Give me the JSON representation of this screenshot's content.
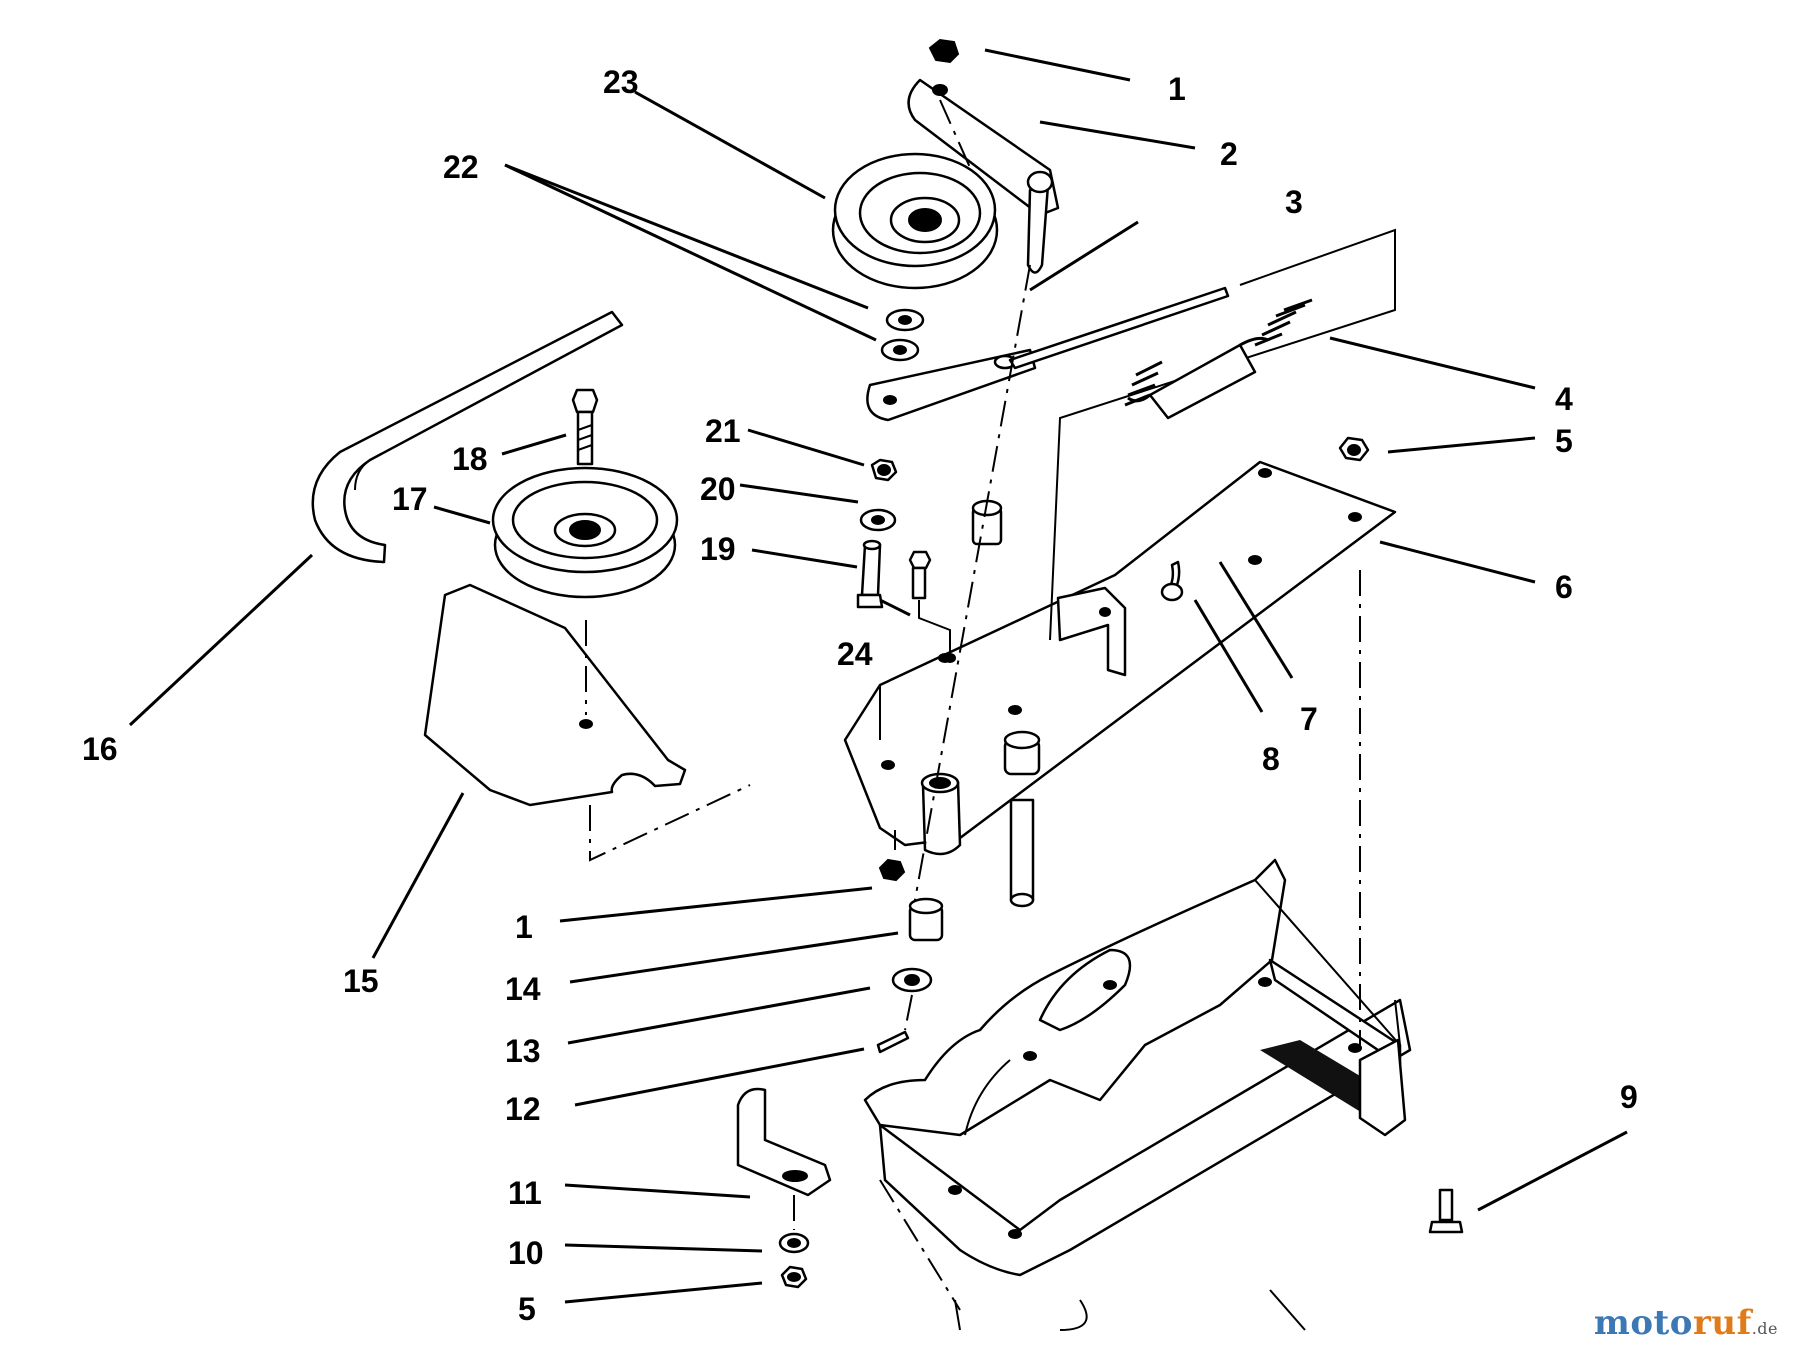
{
  "callouts": [
    {
      "label": "1"
    },
    {
      "label": "2"
    },
    {
      "label": "3"
    },
    {
      "label": "4"
    },
    {
      "label": "5"
    },
    {
      "label": "6"
    },
    {
      "label": "7"
    },
    {
      "label": "8"
    },
    {
      "label": "9"
    },
    {
      "label": "10"
    },
    {
      "label": "5"
    },
    {
      "label": "11"
    },
    {
      "label": "12"
    },
    {
      "label": "13"
    },
    {
      "label": "14"
    },
    {
      "label": "1"
    },
    {
      "label": "15"
    },
    {
      "label": "16"
    },
    {
      "label": "17"
    },
    {
      "label": "18"
    },
    {
      "label": "19"
    },
    {
      "label": "20"
    },
    {
      "label": "21"
    },
    {
      "label": "22"
    },
    {
      "label": "23"
    },
    {
      "label": "24"
    }
  ],
  "watermark": {
    "main": "moto",
    "accent": "ruf",
    "tld": ".de"
  }
}
